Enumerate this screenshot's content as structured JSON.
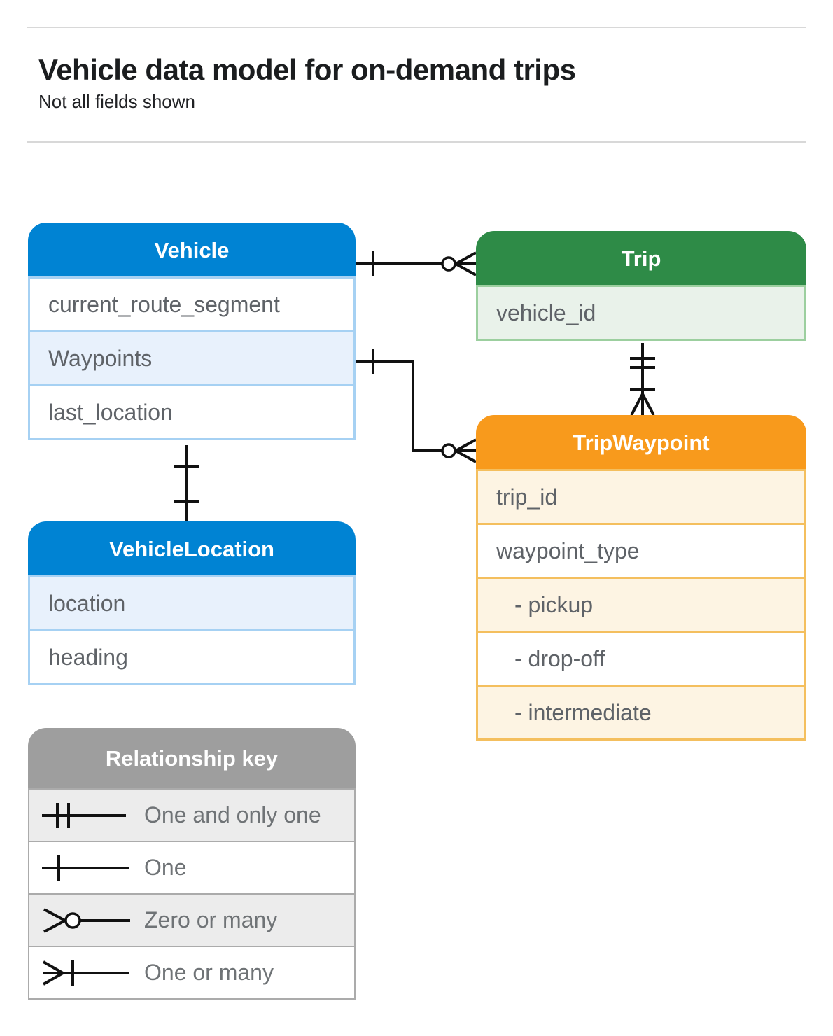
{
  "page": {
    "title": "Vehicle data model for on-demand trips",
    "subtitle": "Not all fields shown"
  },
  "entities": {
    "vehicle": {
      "title": "Vehicle",
      "fields": [
        "current_route_segment",
        "Waypoints",
        "last_location"
      ]
    },
    "trip": {
      "title": "Trip",
      "fields": [
        "vehicle_id"
      ]
    },
    "tripWaypoint": {
      "title": "TripWaypoint",
      "fields": [
        "trip_id",
        "waypoint_type",
        "- pickup",
        "- drop-off",
        "- intermediate"
      ]
    },
    "vehicleLocation": {
      "title": "VehicleLocation",
      "fields": [
        "location",
        "heading"
      ]
    }
  },
  "relationships": [
    {
      "from": "Vehicle",
      "to": "Trip",
      "from_cardinality": "one",
      "to_cardinality": "zero-or-many"
    },
    {
      "from": "Vehicle.Waypoints",
      "to": "TripWaypoint",
      "from_cardinality": "one",
      "to_cardinality": "zero-or-many"
    },
    {
      "from": "Trip",
      "to": "TripWaypoint",
      "from_cardinality": "one-and-only-one",
      "to_cardinality": "one-or-many"
    },
    {
      "from": "Vehicle",
      "to": "VehicleLocation",
      "from_cardinality": "one",
      "to_cardinality": "one"
    }
  ],
  "legend": {
    "title": "Relationship key",
    "items": [
      {
        "symbol": "one-and-only-one",
        "label": "One and only one"
      },
      {
        "symbol": "one",
        "label": "One"
      },
      {
        "symbol": "zero-or-many",
        "label": "Zero or many"
      },
      {
        "symbol": "one-or-many",
        "label": "One or many"
      }
    ]
  },
  "colors": {
    "blue_header": "#0083d3",
    "blue_tint": "#e8f1fc",
    "green_header": "#2e8b47",
    "green_tint": "#e9f2ea",
    "orange_header": "#f89a1c",
    "orange_tint": "#fdf4e3",
    "gray_header": "#9e9e9e",
    "gray_tint": "#ececec",
    "rule": "#d8d8d8",
    "field_text": "#5f6368",
    "title_text": "#1b1d1f"
  }
}
